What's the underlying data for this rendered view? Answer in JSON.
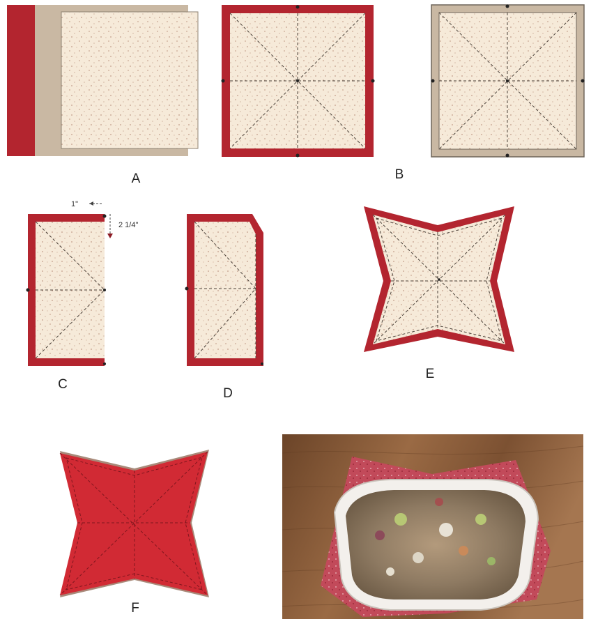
{
  "figure": {
    "labels": {
      "a": "A",
      "b": "B",
      "c": "C",
      "d": "D",
      "e": "E",
      "f": "F"
    },
    "dimensions": {
      "fold_width": "1\"",
      "fold_height": "2 1/4\""
    }
  },
  "colors": {
    "red": "#b3252f",
    "dark_red": "#8e1c25",
    "tan": "#c9b8a3",
    "cream": "#f6ead9",
    "cream_dot": "#c9b09a",
    "bright_red": "#d12a34",
    "wood": "#8a5a37"
  }
}
